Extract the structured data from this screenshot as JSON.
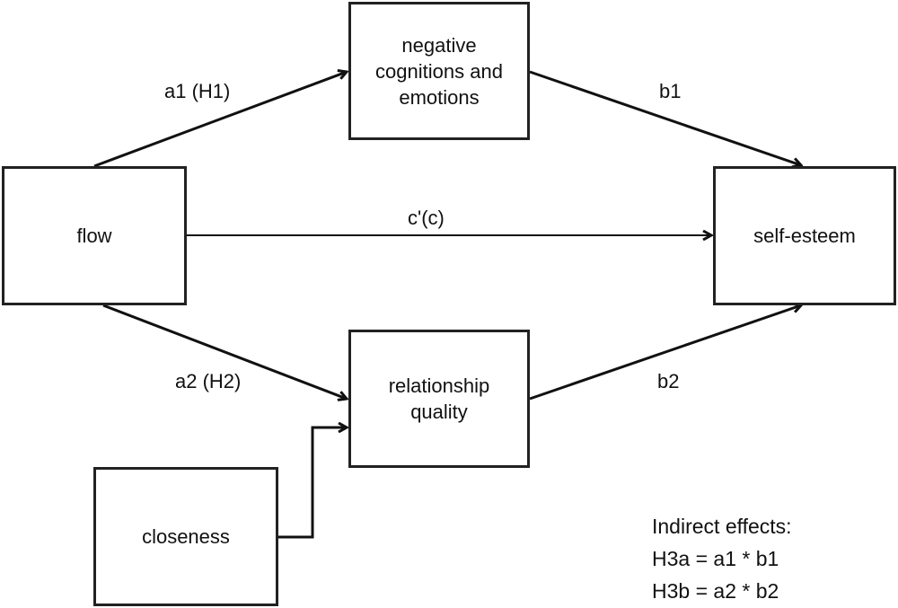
{
  "nodes": {
    "negative": "negative\ncognitions and\nemotions",
    "flow": "flow",
    "relationship": "relationship\nquality",
    "self_esteem": "self-esteem",
    "closeness": "closeness"
  },
  "paths": {
    "a1": "a1 (H1)",
    "b1": "b1",
    "c": "c'(c)",
    "a2": "a2 (H2)",
    "b2": "b2"
  },
  "indirect_effects": {
    "title": "Indirect effects:",
    "h3a": "H3a = a1 * b1",
    "h3b": "H3b = a2 * b2"
  }
}
